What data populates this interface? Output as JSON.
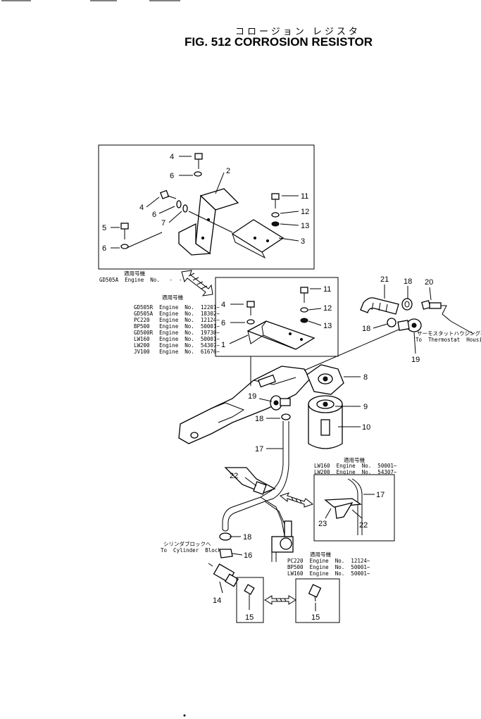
{
  "title": {
    "japanese": "コロージョン レジスタ",
    "english": "FIG. 512 CORROSION RESISTOR"
  },
  "callouts": {
    "c1": "1",
    "c2": "2",
    "c3": "3",
    "c4": "4",
    "c5": "5",
    "c6": "6",
    "c7": "7",
    "c8": "8",
    "c9": "9",
    "c10": "10",
    "c11": "11",
    "c12": "12",
    "c13": "13",
    "c14": "14",
    "c15": "15",
    "c16": "16",
    "c17": "17",
    "c18": "18",
    "c19": "19",
    "c20": "20",
    "c21": "21",
    "c22": "22",
    "c23": "23"
  },
  "notes": {
    "top_box": [
      "GD505A  Engine  No.   -  -"
    ],
    "mid_box": [
      "GD505R  Engine  No.  12201~",
      "GD505A  Engine  No.  18302~",
      "PC220   Engine  No.  12124~",
      "BP500   Engine  No.  50001~",
      "GD500R  Engine  No.  19730~",
      "LW160   Engine  No.  50001~",
      "LW200   Engine  No.  54307~",
      "JV100   Engine  No.  61676~"
    ],
    "right_box": [
      "LW160  Engine  No.  50001~",
      "LW200  Engine  No.  54307~"
    ],
    "bottom_box": [
      "PC220  Engine  No.  12124~",
      "BP500  Engine  No.  50001~",
      "LW160  Engine  No.  50001~"
    ],
    "applicable_jp": "適用号機",
    "thermostat_jp": "サーモスタットハウジングへ",
    "thermostat_en": "To  Thermostat  Housing",
    "cylinder_jp": "シリンダブロックへ",
    "cylinder_en": "To  Cylinder  Block"
  }
}
